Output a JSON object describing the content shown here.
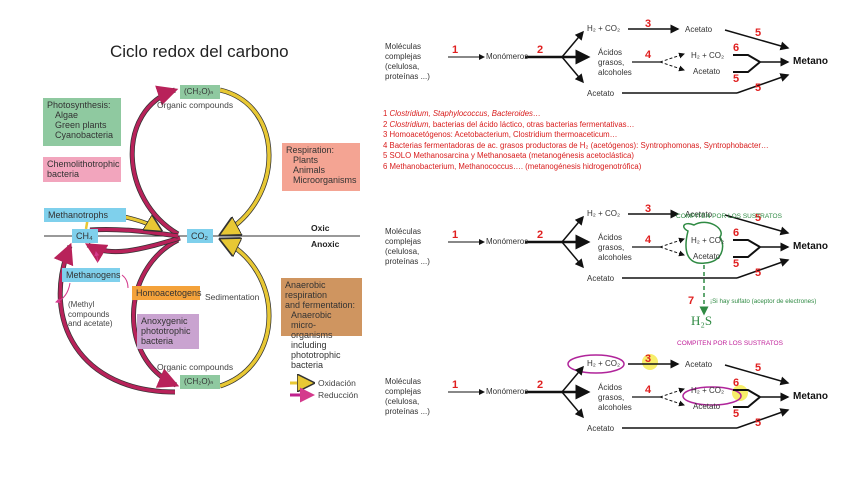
{
  "left_diagram": {
    "title": "Ciclo redox del carbono",
    "top_compound": "(CH₂O)ₙ",
    "top_label": "Organic compounds",
    "bottom_compound": "(CH₂O)ₙ",
    "bottom_label": "Organic compounds",
    "co2": "CO₂",
    "ch4": "CH₄",
    "oxic": "Oxic",
    "anoxic": "Anoxic",
    "sedimentation": "Sedimentation",
    "photosynthesis": [
      "Photosynthesis:",
      "Algae",
      "Green plants",
      "Cyanobacteria"
    ],
    "chemolithotrophic": [
      "Chemolithotrophic",
      "bacteria"
    ],
    "respiration": [
      "Respiration:",
      "Plants",
      "Animals",
      "Microorganisms"
    ],
    "methanotrophs": "Methanotrophs",
    "methanogens": "Methanogens",
    "methyl": [
      "(Methyl",
      "compounds",
      "and acetate)"
    ],
    "homoacetogens": "Homoacetogens",
    "anoxygenic": [
      "Anoxygenic",
      "phototrophic",
      "bacteria"
    ],
    "anaerobic": [
      "Anaerobic respiration",
      "and fermentation:",
      "Anaerobic micro-",
      "organisms including",
      "phototrophic bacteria"
    ],
    "legend": [
      {
        "label": "Oxidación",
        "color": "#e8c834"
      },
      {
        "label": "Reducción",
        "color": "#c0218f"
      }
    ],
    "colors": {
      "oxidation": "#e8c834",
      "reduction": "#b8225a"
    }
  },
  "flows": [
    {
      "complex": [
        "Moléculas",
        "complejas",
        "(celulosa,",
        "proteínas ...)"
      ],
      "monomers": "Monómeros",
      "h2co2": "H₂ + CO₂",
      "acids": [
        "Ácidos",
        "grasos,",
        "alcoholes"
      ],
      "acetate": "Acetato",
      "inner_h2co2": "H₂ + CO₂",
      "inner_acetate": "Acetato",
      "methane": "Metano",
      "nums": {
        "n1": "1",
        "n2": "2",
        "n3": "3",
        "n4": "4",
        "n5a": "5",
        "n6": "6",
        "n5b": "5",
        "n5c": "5"
      }
    },
    {
      "complex": [
        "Moléculas",
        "complejas",
        "(celulosa,",
        "proteínas ...)"
      ],
      "monomers": "Monómeros",
      "h2co2": "H₂ + CO₂",
      "acids": [
        "Ácidos",
        "grasos,",
        "alcoholes"
      ],
      "acetate": "Acetato",
      "inner_h2co2": "H₂ + CO₂",
      "inner_acetate": "Acetato",
      "methane": "Metano",
      "nums": {
        "n1": "1",
        "n2": "2",
        "n3": "3",
        "n4": "4",
        "n5a": "5",
        "n6": "6",
        "n5b": "5",
        "n5c": "5",
        "n7": "7"
      },
      "sulfate_note": "¡Si hay sulfato (aceptor de electrones)",
      "h2s": "H₂S"
    },
    {
      "complex": [
        "Moléculas",
        "complejas",
        "(celulosa,",
        "proteínas ...)"
      ],
      "monomers": "Monómeros",
      "h2co2": "H₂ + CO₂",
      "acids": [
        "Ácidos",
        "grasos,",
        "alcoholes"
      ],
      "acetate": "Acetato",
      "inner_h2co2": "H₂ + CO₂",
      "inner_acetate": "Acetato",
      "methane": "Metano",
      "nums": {
        "n1": "1",
        "n2": "2",
        "n3": "3",
        "n4": "4",
        "n5a": "5",
        "n6": "6",
        "n5b": "5",
        "n5c": "5"
      }
    }
  ],
  "notes": [
    {
      "n": "1 ",
      "italic": "Clostridium, Staphylococcus, Bacteroides…",
      "rest": ""
    },
    {
      "n": "2 ",
      "italic": "Clostridium,",
      "rest": " bacterias del ácido láctico, otras bacterias fermentativas…"
    },
    {
      "n": "3 ",
      "italic": "",
      "rest": "Homoacetógenos: Acetobacterium, Clostridium thermoaceticum…"
    },
    {
      "n": "4 ",
      "italic": "",
      "rest": "Bacterias fermentadoras de ac. grasos productoras de H₂ (acetógenos): Syntrophomonas, Syntrophobacter…"
    },
    {
      "n": "5 ",
      "italic": "",
      "rest": "SOLO Methanosarcina y Methanosaeta (metanogénesis acetoclástica)"
    },
    {
      "n": "6 ",
      "italic": "",
      "rest": "Methanobacterium, Methanococcus…. (metanogénesis hidrogenotrófica)"
    }
  ],
  "compete_label_1": "COMPITEN POR LOS SUSTRATOS",
  "compete_label_2": "COMPITEN POR LOS SUSTRATOS"
}
